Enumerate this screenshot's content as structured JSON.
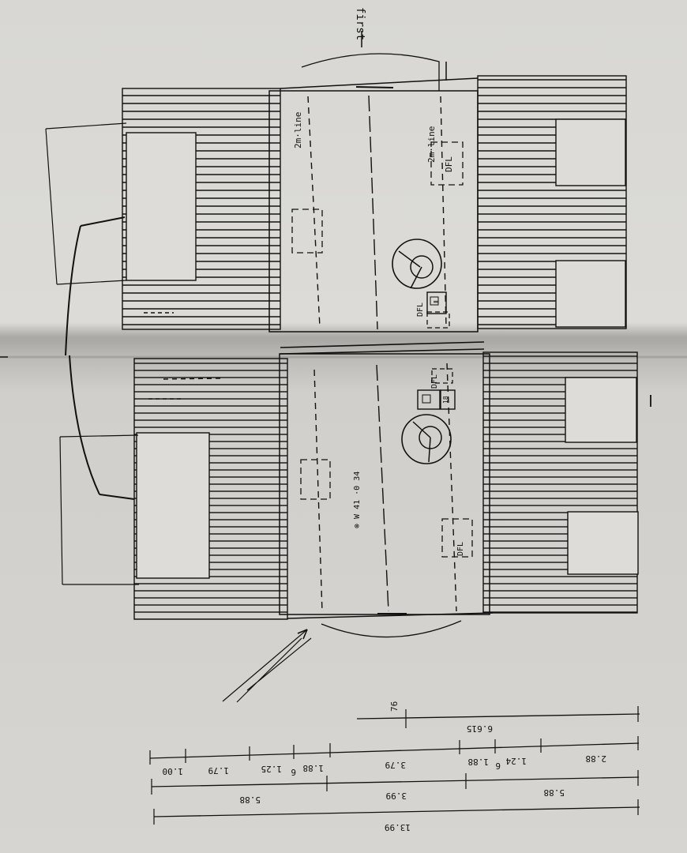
{
  "drawing": {
    "title_mark": "first",
    "annotations": {
      "line_top": "2m·line",
      "line_bottom": "2m·line",
      "dfl_top": "DFL",
      "dfl_mid_left": "DFL",
      "dfl_mid_right": "DFL",
      "dfl_bottom": "DFL",
      "center_text": "⊗ W 41 ·0 34",
      "box_mark_1": "Ⅱ",
      "box_mark_2": "18"
    },
    "dimensions": {
      "row_1": {
        "overall": "6.615",
        "segment": "76"
      },
      "row_2": {
        "a": "2.88",
        "b": "1.24",
        "c": "6",
        "d": "1.88",
        "e": "3.79",
        "f": "1.88",
        "g": "6",
        "h": "1.25",
        "i": "1.79",
        "j": "1.00"
      },
      "row_3": {
        "a": "5.88",
        "b": "3.99",
        "c": "5.88"
      },
      "row_4": {
        "overall": "13.99"
      }
    }
  }
}
